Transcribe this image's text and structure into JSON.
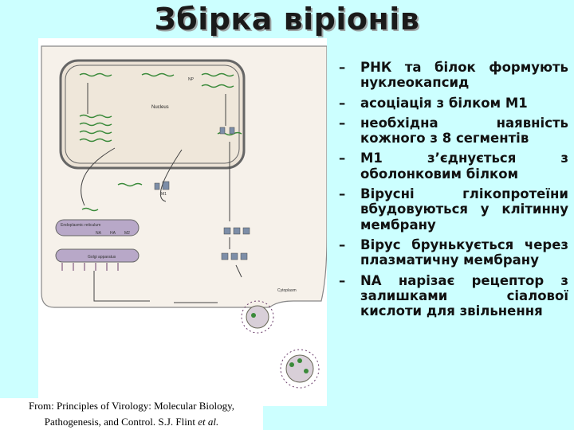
{
  "title": "Збірка віріонів",
  "figure": {
    "labels": {
      "nucleus": "Nucleus",
      "er": "Endoplasmic reticulum",
      "golgi": "Golgi apparatus",
      "cytoplasm": "Cytoplasm",
      "np": "NP",
      "m1": "M1",
      "na": "NA",
      "ha": "HA",
      "m2": "M2"
    },
    "caption": {
      "line1": "From:  Principles of Virology:  Molecular Biology,",
      "line2_text": "Pathogenesis, and Control.  S.J. Flint ",
      "line2_italic": "et al."
    }
  },
  "bullets": [
    {
      "dash": "–",
      "text": "РНК та білок формують нуклеокапсид"
    },
    {
      "dash": "–",
      "text": " асоціація з білком М1"
    },
    {
      "dash": "–",
      "text": " необхідна наявність кожного з 8 сегментів"
    },
    {
      "dash": "–",
      "text": " М1 з’єднується з оболонковим білком"
    },
    {
      "dash": "–",
      "text": " Вірусні глікопротеїни вбудовуються у клітинну мембрану"
    },
    {
      "dash": "–",
      "text": "Вірус брунькується через плазматичну мембрану"
    },
    {
      "dash": "–",
      "text": "NA нарізає рецептор з залишками сіалової кислоти для звільнення"
    }
  ]
}
